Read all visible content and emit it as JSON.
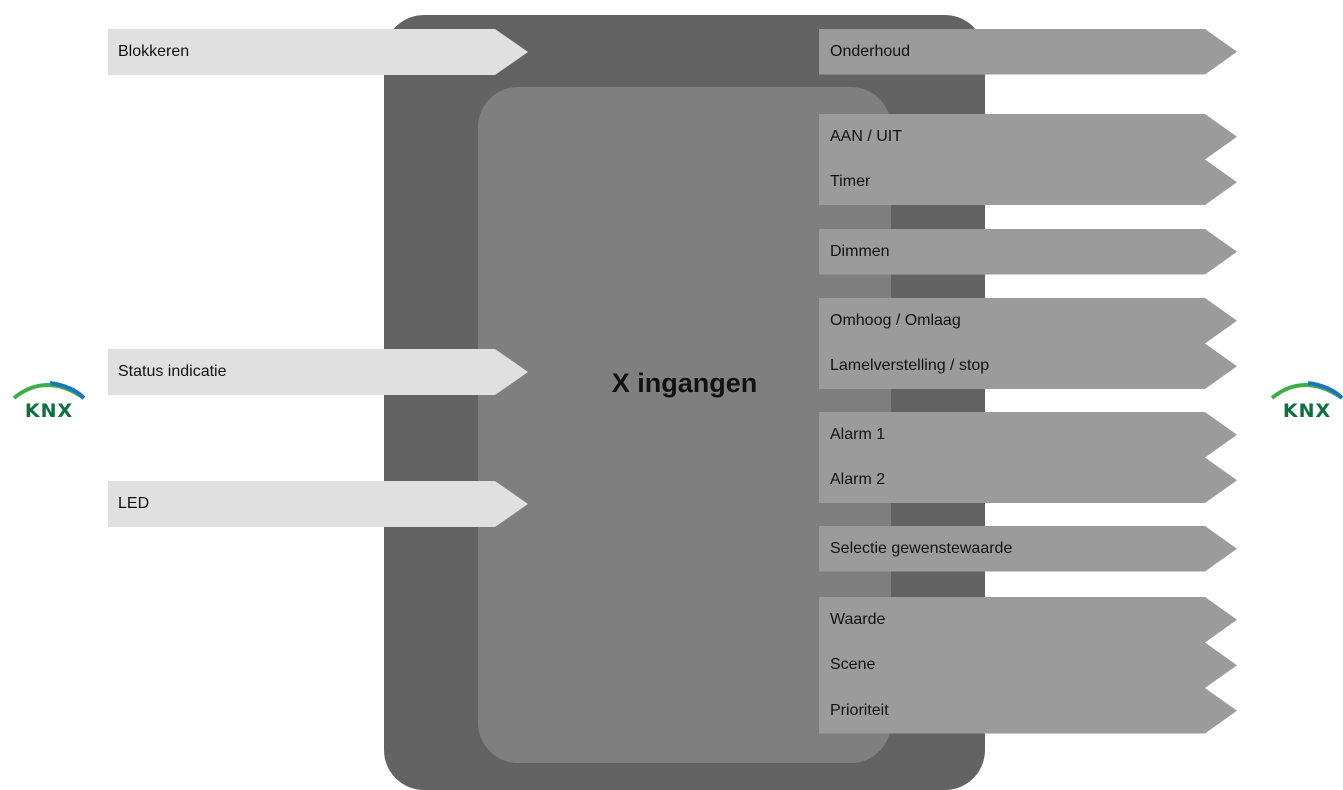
{
  "title": "X ingangen",
  "inputs": [
    {
      "label": "Blokkeren"
    },
    {
      "label": "Status indicatie"
    },
    {
      "label": "LED"
    }
  ],
  "output_groups": [
    {
      "rows": [
        "Onderhoud"
      ]
    },
    {
      "rows": [
        "AAN / UIT",
        "Timer"
      ]
    },
    {
      "rows": [
        "Dimmen"
      ]
    },
    {
      "rows": [
        "Omhoog / Omlaag",
        "Lamelverstelling / stop"
      ]
    },
    {
      "rows": [
        "Alarm 1",
        "Alarm 2"
      ]
    },
    {
      "rows": [
        "Selectie gewenstewaarde"
      ]
    },
    {
      "rows": [
        "Waarde",
        "Scene",
        "Prioriteit"
      ]
    }
  ],
  "logos": {
    "left": "KNX",
    "right": "KNX"
  },
  "icons": {
    "logo_left": "knx-logo-icon",
    "logo_right": "knx-logo-icon"
  },
  "colors": {
    "outer_block": "#636363",
    "inner_block": "#7f7f7f",
    "input_arrow": "#e0e0e0",
    "output_arrow": "#9b9b9b",
    "knx_green": "#3fae49",
    "knx_blue": "#1d76bc",
    "knx_text": "#0f6e3e"
  }
}
